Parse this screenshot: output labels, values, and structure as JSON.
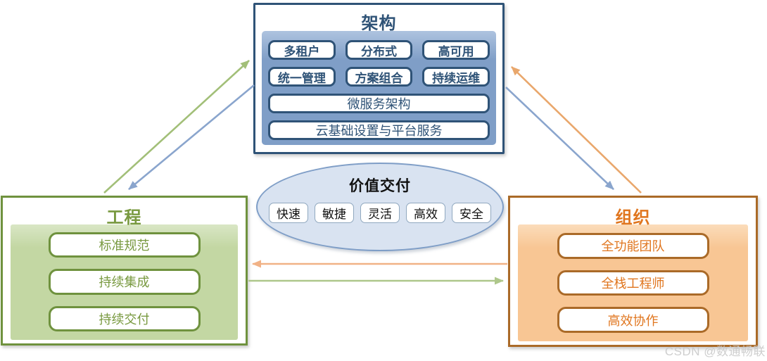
{
  "architecture": {
    "title": "架构",
    "grid_items": [
      "多租户",
      "分布式",
      "高可用",
      "统一管理",
      "方案组合",
      "持续运维"
    ],
    "wide_items": [
      "微服务架构",
      "云基础设置与平台服务"
    ]
  },
  "engineering": {
    "title": "工程",
    "items": [
      "标准规范",
      "持续集成",
      "持续交付"
    ]
  },
  "organization": {
    "title": "组织",
    "items": [
      "全功能团队",
      "全栈工程师",
      "高效协作"
    ]
  },
  "value_delivery": {
    "title": "价值交付",
    "tags": [
      "快速",
      "敏捷",
      "灵活",
      "高效",
      "安全"
    ]
  },
  "watermark": "CSDN @数通畅联",
  "colors": {
    "blue_border": "#2F5377",
    "blue_text": "#2F5377",
    "blue_panel": "#7F9EC7",
    "blue_panel_light": "#AEC3DF",
    "green_border": "#6F923E",
    "green_text": "#78993F",
    "green_panel": "#C3D7A3",
    "green_panel_light": "#D9E6C5",
    "orange_border": "#AA6A28",
    "orange_text": "#E0761F",
    "orange_panel": "#F8C694",
    "orange_panel_light": "#FBDCBA",
    "ellipse_fill": "#D9E3F1",
    "ellipse_border": "#7F9EC7",
    "tag_border": "#90A8BF",
    "arrow_green": "#A2BF78",
    "arrow_green_light": "#AEC78B",
    "arrow_blue": "#8AA5CD",
    "arrow_orange": "#E9A76C",
    "arrow_orange_light": "#F1B286",
    "watermark": "#C9C9C9"
  }
}
